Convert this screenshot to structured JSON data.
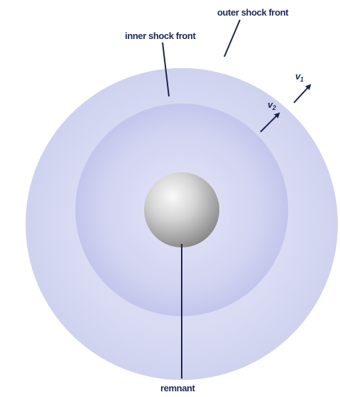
{
  "diagram": {
    "labels": {
      "outer_shock_front": "outer shock front",
      "inner_shock_front": "inner shock front",
      "remnant": "remnant",
      "v1": {
        "symbol": "v",
        "subscript": "1"
      },
      "v2": {
        "symbol": "v",
        "subscript": "2"
      }
    },
    "colors": {
      "outer_shell": "#d7d9f2",
      "inner_shell": "#c9cbee",
      "remnant_light": "#f4f4f4",
      "remnant_dark": "#8c8c8c",
      "ink": "#1b2450"
    }
  }
}
